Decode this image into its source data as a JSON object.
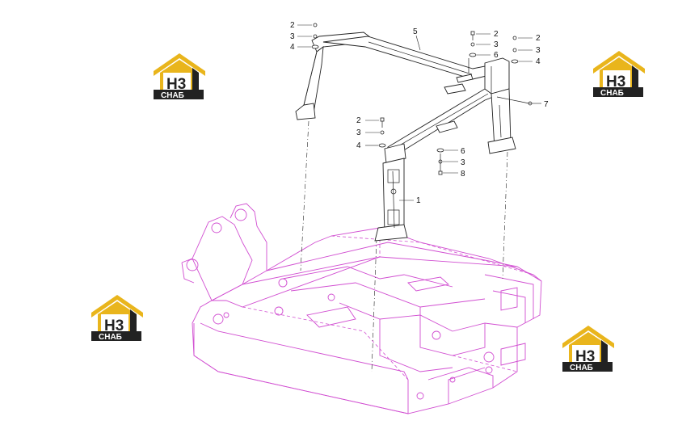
{
  "colors": {
    "frame": "#d14ed1",
    "linework": "#222222",
    "logo_gold": "#e9b51c",
    "logo_dark": "#222222"
  },
  "logo": {
    "text_top": "H3",
    "text_bottom": "СНАБ"
  },
  "callouts": {
    "c1": "1",
    "c2": "2",
    "c3": "3",
    "c4": "4",
    "c5": "5",
    "c6": "6",
    "c7": "7",
    "c8": "8"
  }
}
